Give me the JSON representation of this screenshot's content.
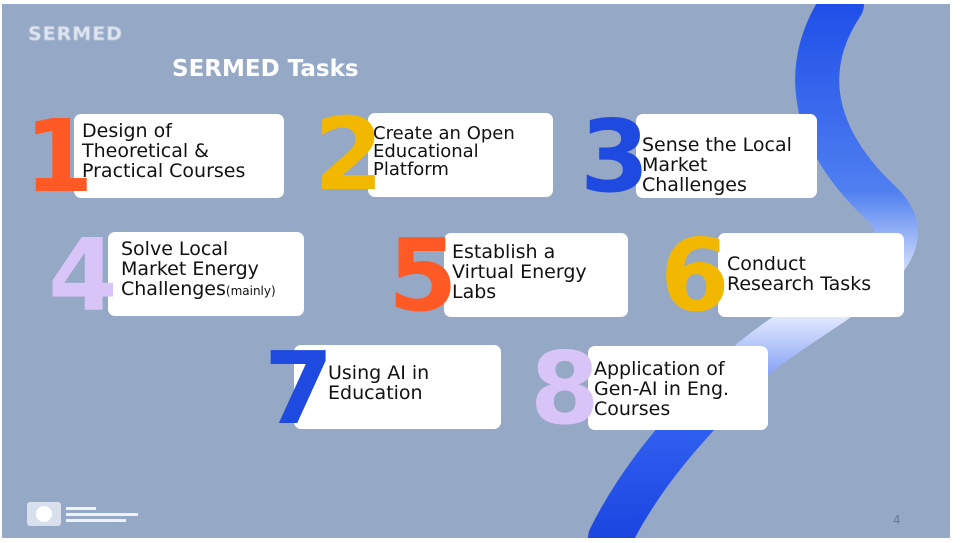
{
  "slide": {
    "title": "SERMED Tasks",
    "logo_top_text": "SERMED",
    "page_number": "4",
    "accent_ribbon_color": "#1f4fe8"
  },
  "tasks": [
    {
      "number": "1",
      "number_color": "#ff5a26",
      "text": "Design of\nTheoretical &\nPractical Courses"
    },
    {
      "number": "2",
      "number_color": "#f2b800",
      "text": "Create an Open\nEducational\nPlatform"
    },
    {
      "number": "3",
      "number_color": "#1e4ae0",
      "text": "Sense the Local\nMarket\nChallenges"
    },
    {
      "number": "4",
      "number_color": "#d9c4f7",
      "text": "Solve Local\nMarket Energy\nChallenges",
      "suffix": "(mainly)"
    },
    {
      "number": "5",
      "number_color": "#ff5a26",
      "text": "Establish a\nVirtual Energy\n Labs"
    },
    {
      "number": "6",
      "number_color": "#f2b800",
      "text": "Conduct\n Research Tasks"
    },
    {
      "number": "7",
      "number_color": "#1e4ae0",
      "text": "Using AI in\n Education"
    },
    {
      "number": "8",
      "number_color": "#d9c4f7",
      "text": "Application of\nGen-AI in Eng.\nCourses"
    }
  ]
}
